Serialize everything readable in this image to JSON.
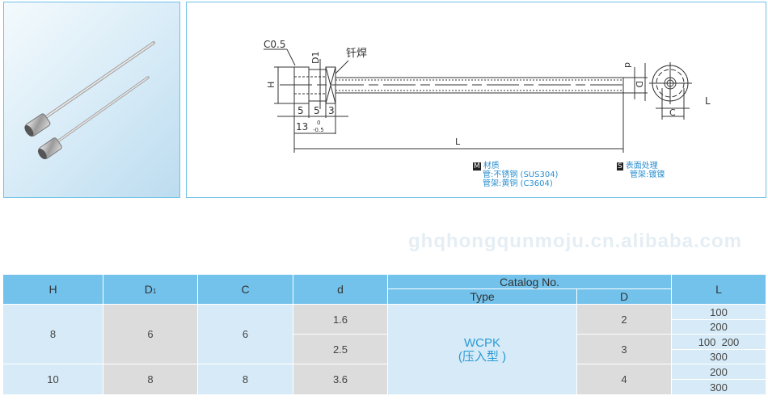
{
  "drawing": {
    "labels": {
      "chamfer": "C0.5",
      "d1": "D1",
      "brazing": "钎焊",
      "h": "H",
      "dim5a": "5",
      "dim5b": "5",
      "dim3": "3",
      "dim13": "13",
      "tol_upper": "0",
      "tol_lower": "-0.5",
      "l": "L",
      "d_small": "d",
      "d_big": "D",
      "c": "C",
      "l_side": "L"
    },
    "material": {
      "badge": "M",
      "title": "材质",
      "line1": "管:不锈钢 (SUS304)",
      "line2": "管架:黄铜 (C3604)"
    },
    "surface": {
      "badge": "S",
      "title": "表面处理",
      "line1": "管架:镀镍"
    }
  },
  "table": {
    "headers": {
      "h": "H",
      "d1": "D",
      "d1_sub": "1",
      "c": "C",
      "d": "d",
      "catalog": "Catalog No.",
      "type": "Type",
      "D": "D",
      "L": "L"
    },
    "type_value": "WCPK",
    "type_sub": "(压入型 )",
    "rows": [
      {
        "h": "8",
        "d1": "6",
        "c": "6",
        "d": [
          "1.6",
          "2.5"
        ],
        "D": [
          "2",
          "3"
        ],
        "L": [
          "100",
          "200",
          "100  200",
          "300"
        ]
      },
      {
        "h": "10",
        "d1": "8",
        "c": "8",
        "d": [
          "3.6"
        ],
        "D": [
          "4"
        ],
        "L": [
          "200",
          "300"
        ]
      }
    ]
  },
  "watermark": "ghqhongqunmoju.cn.alibaba.com"
}
